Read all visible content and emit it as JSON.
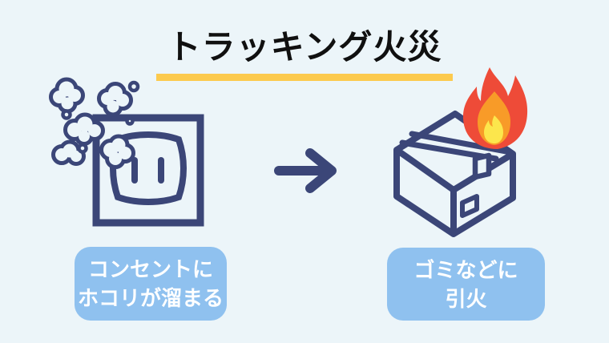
{
  "title": {
    "text": "トラッキング火災"
  },
  "flow": {
    "left": {
      "icon": "outlet-with-dust",
      "label": {
        "line1": "コンセントに",
        "line2": "ホコリが溜まる"
      }
    },
    "arrow": {
      "icon": "arrow-right",
      "direction": "right"
    },
    "right": {
      "icon": "burning-box",
      "label": {
        "line1": "ゴミなどに",
        "line2": "引火"
      }
    }
  },
  "colors": {
    "background": "#ecf5f9",
    "outline_navy": "#3b4678",
    "title_text": "#101010",
    "title_underline": "#fcca4e",
    "label_background": "#8fc1ef",
    "label_text": "#ffffff",
    "flame_red": "#ee4b38",
    "flame_orange": "#f89b28",
    "flame_yellow": "#fce64c"
  }
}
